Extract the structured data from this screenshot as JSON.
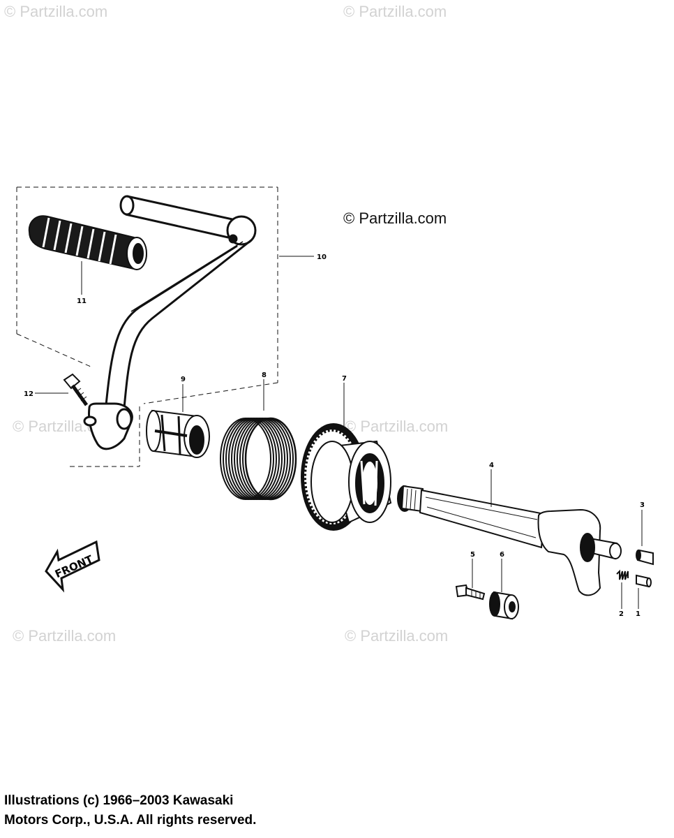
{
  "watermarks": {
    "main": "© Partzilla.com",
    "faint": "© Partzilla.com"
  },
  "front_arrow": "FRONT",
  "callouts": {
    "1": "1",
    "2": "2",
    "3": "3",
    "4": "4",
    "5": "5",
    "6": "6",
    "7": "7",
    "8": "8",
    "9": "9",
    "10": "10",
    "11": "11",
    "12": "12"
  },
  "copyright": {
    "line1": "Illustrations (c) 1966–2003 Kawasaki",
    "line2": "Motors Corp., U.S.A.  All rights reserved."
  },
  "colors": {
    "ink": "#111111",
    "watermark": "#d2d2d2"
  }
}
